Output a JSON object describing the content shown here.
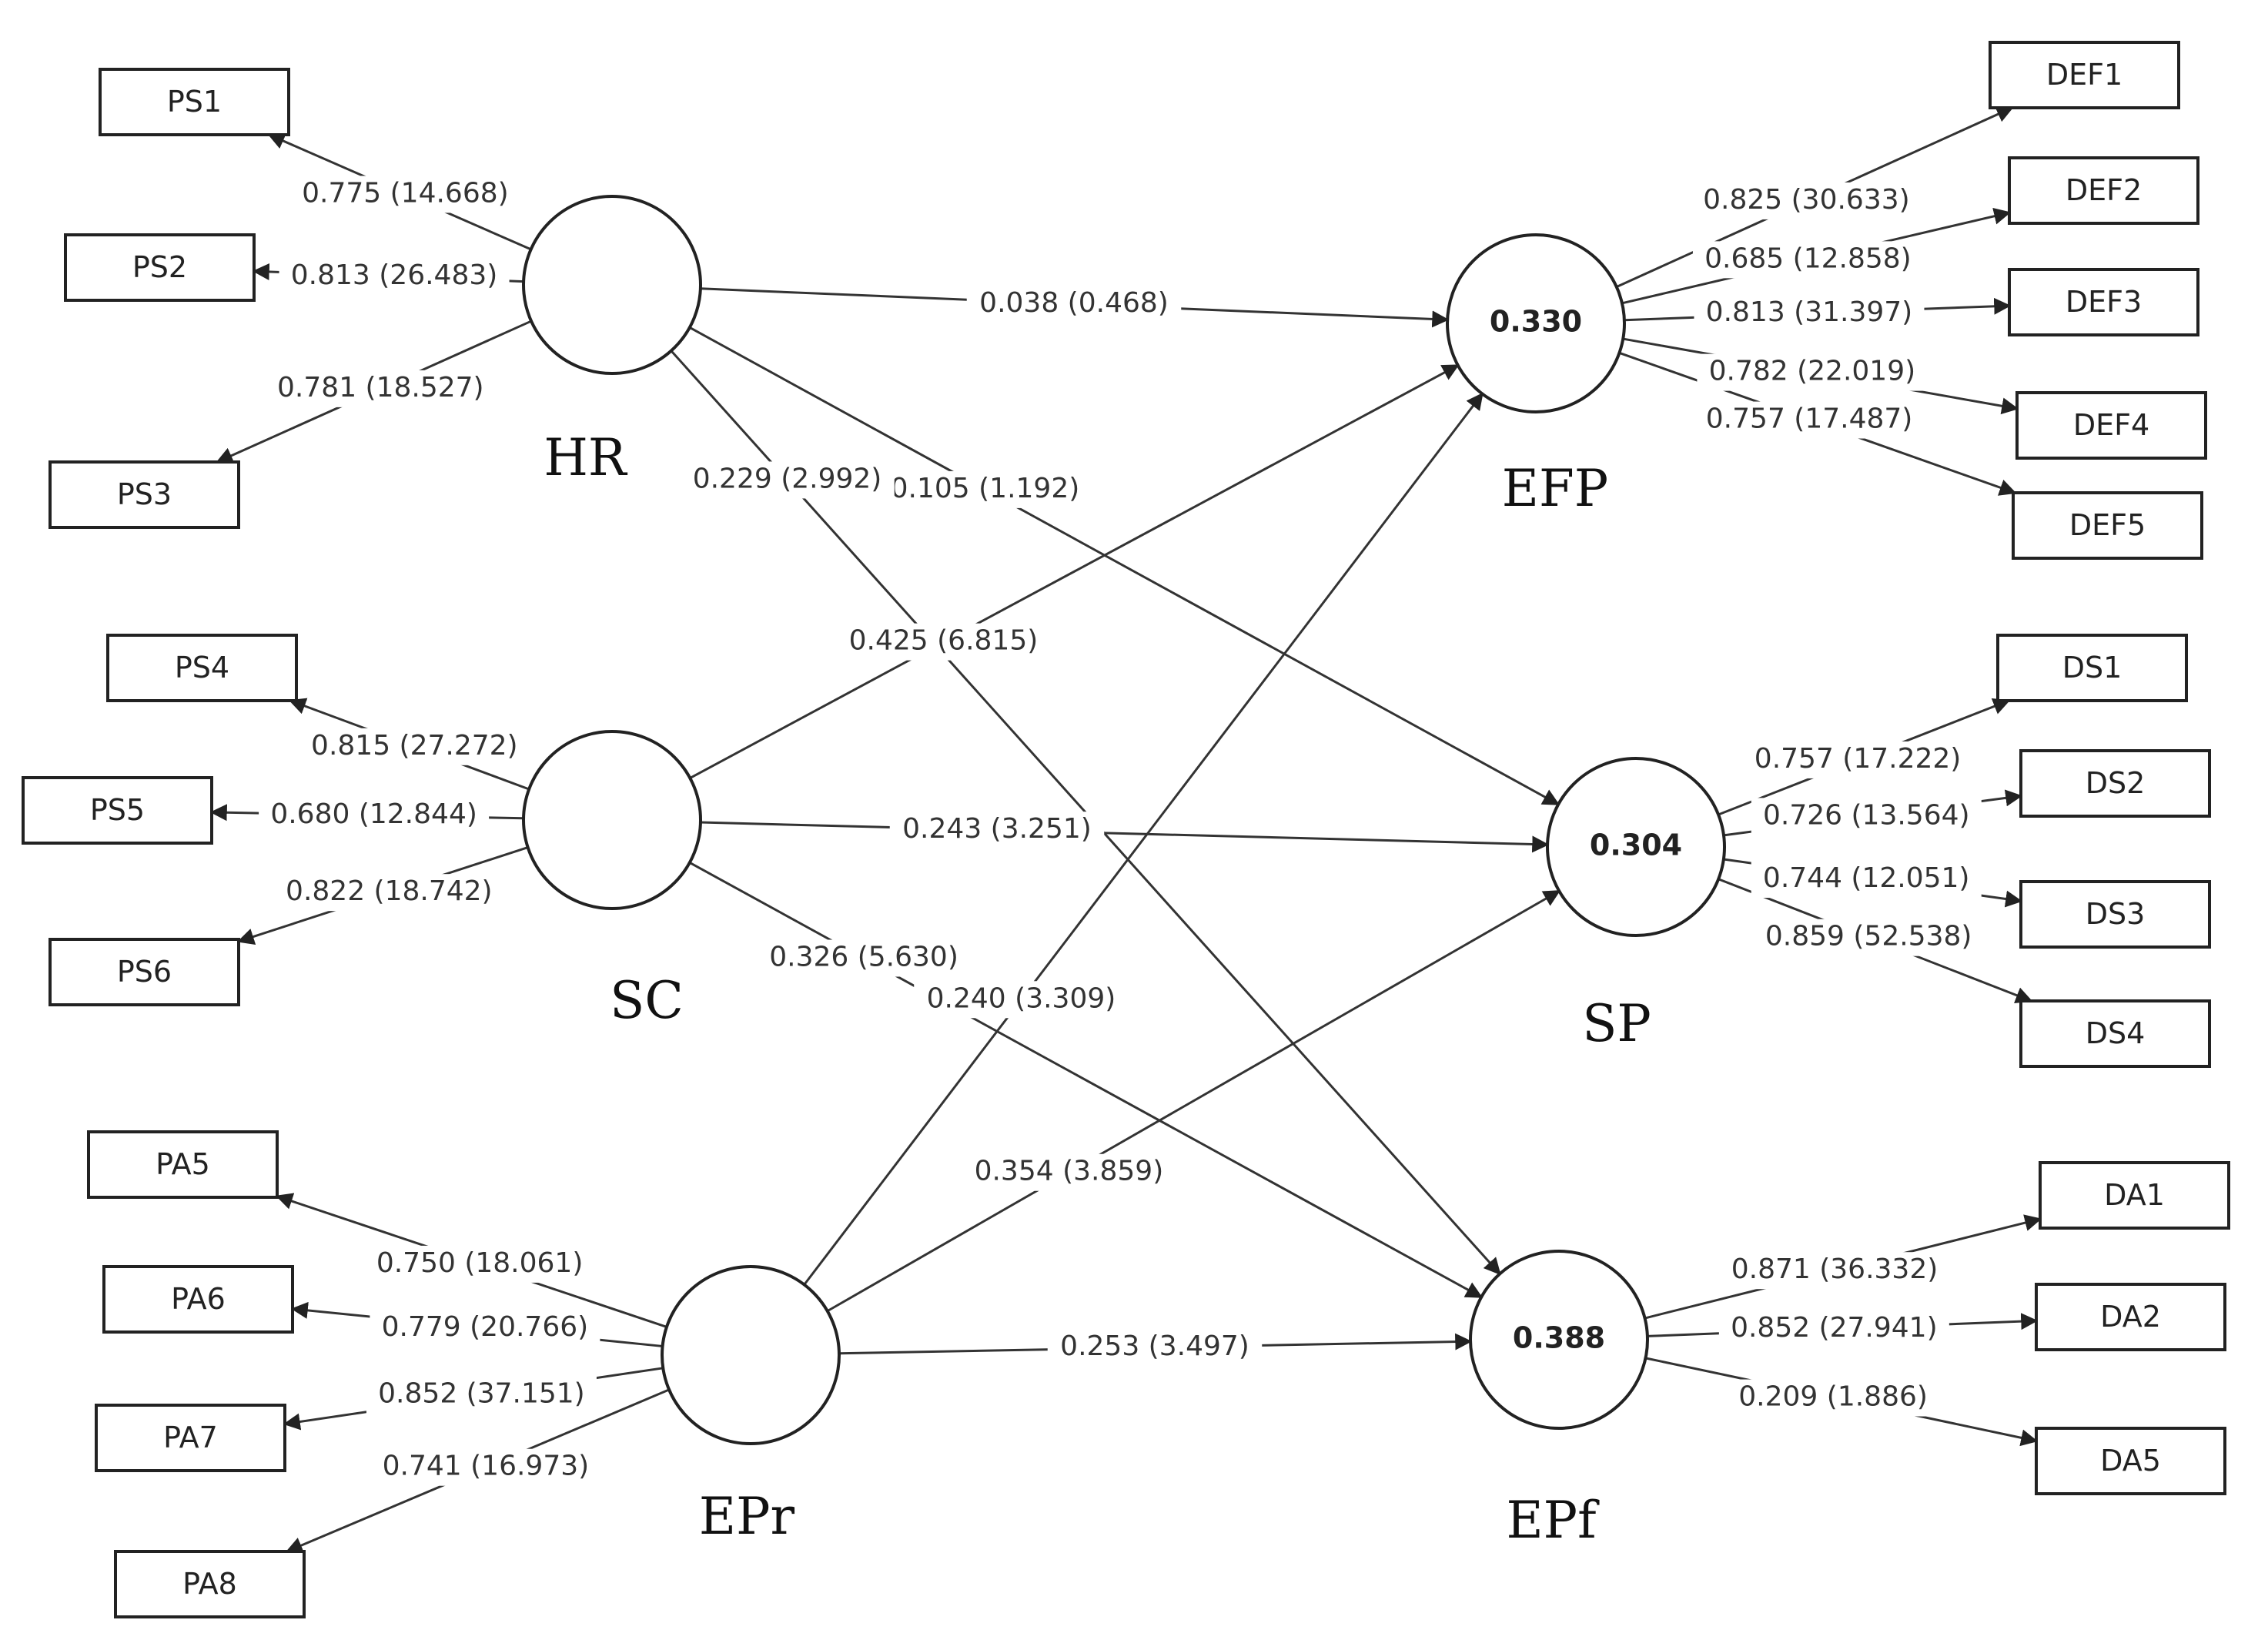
{
  "constructs": [
    {
      "id": "HR",
      "name": "HR",
      "r2": ""
    },
    {
      "id": "SC",
      "name": "SC",
      "r2": ""
    },
    {
      "id": "EPr",
      "name": "EPr",
      "r2": ""
    },
    {
      "id": "EFP",
      "name": "EFP",
      "r2": "0.330"
    },
    {
      "id": "SP",
      "name": "SP",
      "r2": "0.304"
    },
    {
      "id": "EPf",
      "name": "EPf",
      "r2": "0.388"
    }
  ],
  "indicators": [
    {
      "id": "PS1",
      "label": "PS1"
    },
    {
      "id": "PS2",
      "label": "PS2"
    },
    {
      "id": "PS3",
      "label": "PS3"
    },
    {
      "id": "PS4",
      "label": "PS4"
    },
    {
      "id": "PS5",
      "label": "PS5"
    },
    {
      "id": "PS6",
      "label": "PS6"
    },
    {
      "id": "PA5",
      "label": "PA5"
    },
    {
      "id": "PA6",
      "label": "PA6"
    },
    {
      "id": "PA7",
      "label": "PA7"
    },
    {
      "id": "PA8",
      "label": "PA8"
    },
    {
      "id": "DEF1",
      "label": "DEF1"
    },
    {
      "id": "DEF2",
      "label": "DEF2"
    },
    {
      "id": "DEF3",
      "label": "DEF3"
    },
    {
      "id": "DEF4",
      "label": "DEF4"
    },
    {
      "id": "DEF5",
      "label": "DEF5"
    },
    {
      "id": "DS1",
      "label": "DS1"
    },
    {
      "id": "DS2",
      "label": "DS2"
    },
    {
      "id": "DS3",
      "label": "DS3"
    },
    {
      "id": "DS4",
      "label": "DS4"
    },
    {
      "id": "DA1",
      "label": "DA1"
    },
    {
      "id": "DA2",
      "label": "DA2"
    },
    {
      "id": "DA5",
      "label": "DA5"
    }
  ],
  "loadings": [
    {
      "construct": "HR",
      "indicator": "PS1",
      "label": "0.775 (14.668)"
    },
    {
      "construct": "HR",
      "indicator": "PS2",
      "label": "0.813 (26.483)"
    },
    {
      "construct": "HR",
      "indicator": "PS3",
      "label": "0.781 (18.527)"
    },
    {
      "construct": "SC",
      "indicator": "PS4",
      "label": "0.815 (27.272)"
    },
    {
      "construct": "SC",
      "indicator": "PS5",
      "label": "0.680 (12.844)"
    },
    {
      "construct": "SC",
      "indicator": "PS6",
      "label": "0.822 (18.742)"
    },
    {
      "construct": "EPr",
      "indicator": "PA5",
      "label": "0.750 (18.061)"
    },
    {
      "construct": "EPr",
      "indicator": "PA6",
      "label": "0.779 (20.766)"
    },
    {
      "construct": "EPr",
      "indicator": "PA7",
      "label": "0.852 (37.151)"
    },
    {
      "construct": "EPr",
      "indicator": "PA8",
      "label": "0.741 (16.973)"
    },
    {
      "construct": "EFP",
      "indicator": "DEF1",
      "label": "0.825 (30.633)"
    },
    {
      "construct": "EFP",
      "indicator": "DEF2",
      "label": "0.685 (12.858)"
    },
    {
      "construct": "EFP",
      "indicator": "DEF3",
      "label": "0.813 (31.397)"
    },
    {
      "construct": "EFP",
      "indicator": "DEF4",
      "label": "0.782 (22.019)"
    },
    {
      "construct": "EFP",
      "indicator": "DEF5",
      "label": "0.757 (17.487)"
    },
    {
      "construct": "SP",
      "indicator": "DS1",
      "label": "0.757 (17.222)"
    },
    {
      "construct": "SP",
      "indicator": "DS2",
      "label": "0.726 (13.564)"
    },
    {
      "construct": "SP",
      "indicator": "DS3",
      "label": "0.744 (12.051)"
    },
    {
      "construct": "SP",
      "indicator": "DS4",
      "label": "0.859 (52.538)"
    },
    {
      "construct": "EPf",
      "indicator": "DA1",
      "label": "0.871 (36.332)"
    },
    {
      "construct": "EPf",
      "indicator": "DA2",
      "label": "0.852 (27.941)"
    },
    {
      "construct": "EPf",
      "indicator": "DA5",
      "label": "0.209 (1.886)"
    }
  ],
  "paths": [
    {
      "from": "HR",
      "to": "EFP",
      "label": "0.038 (0.468)"
    },
    {
      "from": "HR",
      "to": "SP",
      "label": "0.105 (1.192)"
    },
    {
      "from": "HR",
      "to": "EPf",
      "label": "0.229 (2.992)"
    },
    {
      "from": "SC",
      "to": "EFP",
      "label": "0.425 (6.815)"
    },
    {
      "from": "SC",
      "to": "SP",
      "label": "0.243 (3.251)"
    },
    {
      "from": "SC",
      "to": "EPf",
      "label": "0.326 (5.630)"
    },
    {
      "from": "EPr",
      "to": "EFP",
      "label": "0.240 (3.309)"
    },
    {
      "from": "EPr",
      "to": "SP",
      "label": "0.354 (3.859)"
    },
    {
      "from": "EPr",
      "to": "EPf",
      "label": "0.253 (3.497)"
    }
  ]
}
